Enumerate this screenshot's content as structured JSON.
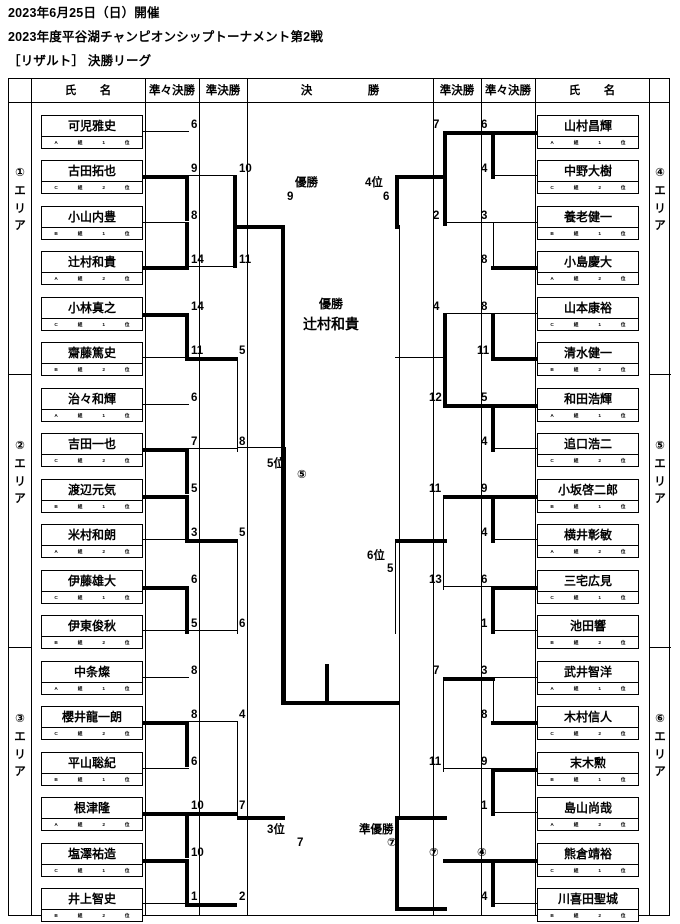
{
  "headings": {
    "date": "2023年6月25日（日）開催",
    "event": "2023年度平谷湖チャンピオンシップトーナメント第2戦",
    "subtitle": "［リザルト］ 決勝リーグ"
  },
  "columns": {
    "name_left": "氏　名",
    "quarter_left": "準々決勝",
    "semi_left": "準決勝",
    "final": "決　勝",
    "semi_right": "準決勝",
    "quarter_right": "準々決勝",
    "name_right": "氏　名"
  },
  "areas": {
    "a1": "①エリア",
    "a2": "②エリア",
    "a3": "③エリア",
    "a4": "④エリア",
    "a5": "⑤エリア",
    "a6": "⑥エリア"
  },
  "meta_labels": {
    "group": "組",
    "rank": "位"
  },
  "players": {
    "left": [
      {
        "name": "可児雅史",
        "group": "A",
        "rank": "1"
      },
      {
        "name": "古田拓也",
        "group": "C",
        "rank": "2"
      },
      {
        "name": "小山内豊",
        "group": "B",
        "rank": "1"
      },
      {
        "name": "辻村和貴",
        "group": "A",
        "rank": "2"
      },
      {
        "name": "小林真之",
        "group": "C",
        "rank": "1"
      },
      {
        "name": "齋藤篤史",
        "group": "B",
        "rank": "2"
      },
      {
        "name": "治々和輝",
        "group": "A",
        "rank": "1"
      },
      {
        "name": "吉田一也",
        "group": "C",
        "rank": "2"
      },
      {
        "name": "渡辺元気",
        "group": "B",
        "rank": "1"
      },
      {
        "name": "米村和朗",
        "group": "A",
        "rank": "2"
      },
      {
        "name": "伊藤雄大",
        "group": "C",
        "rank": "1"
      },
      {
        "name": "伊東俊秋",
        "group": "B",
        "rank": "2"
      },
      {
        "name": "中条燦",
        "group": "A",
        "rank": "1"
      },
      {
        "name": "櫻井龍一朗",
        "group": "C",
        "rank": "2"
      },
      {
        "name": "平山聡紀",
        "group": "B",
        "rank": "1"
      },
      {
        "name": "根津隆",
        "group": "A",
        "rank": "2"
      },
      {
        "name": "塩澤祐造",
        "group": "C",
        "rank": "1"
      },
      {
        "name": "井上智史",
        "group": "B",
        "rank": "2"
      }
    ],
    "right": [
      {
        "name": "山村昌輝",
        "group": "A",
        "rank": "1"
      },
      {
        "name": "中野大樹",
        "group": "C",
        "rank": "2"
      },
      {
        "name": "養老健一",
        "group": "B",
        "rank": "1"
      },
      {
        "name": "小島慶大",
        "group": "A",
        "rank": "2"
      },
      {
        "name": "山本康裕",
        "group": "C",
        "rank": "1"
      },
      {
        "name": "清水健一",
        "group": "B",
        "rank": "2"
      },
      {
        "name": "和田浩輝",
        "group": "A",
        "rank": "1"
      },
      {
        "name": "追口浩二",
        "group": "C",
        "rank": "2"
      },
      {
        "name": "小坂啓二郎",
        "group": "B",
        "rank": "1"
      },
      {
        "name": "横井彰敏",
        "group": "A",
        "rank": "2"
      },
      {
        "name": "三宅広見",
        "group": "C",
        "rank": "1"
      },
      {
        "name": "池田響",
        "group": "B",
        "rank": "2"
      },
      {
        "name": "武井智洋",
        "group": "A",
        "rank": "1"
      },
      {
        "name": "木村信人",
        "group": "C",
        "rank": "2"
      },
      {
        "name": "末木勲",
        "group": "B",
        "rank": "1"
      },
      {
        "name": "島山尚哉",
        "group": "A",
        "rank": "2"
      },
      {
        "name": "熊倉靖裕",
        "group": "C",
        "rank": "1"
      },
      {
        "name": "川喜田聖城",
        "group": "B",
        "rank": "2"
      }
    ]
  },
  "scores": {
    "left_quarter": [
      "6",
      "9",
      "8",
      "14",
      "14",
      "11",
      "6",
      "7",
      "5",
      "3",
      "6",
      "5",
      "8",
      "8",
      "6",
      "10",
      "10",
      "1"
    ],
    "left_semi": [
      "10",
      "11",
      "5",
      "8",
      "5",
      "6",
      "4",
      "7",
      "2"
    ],
    "right_quarter": [
      "6",
      "4",
      "3",
      "8",
      "8",
      "11",
      "5",
      "4",
      "9",
      "4",
      "6",
      "1",
      "3",
      "8",
      "9",
      "1",
      "④",
      "4"
    ],
    "right_semi": [
      "7",
      "2",
      "4",
      "12",
      "11",
      "13",
      "7",
      "11",
      "⑦"
    ]
  },
  "center": {
    "champ_label": "優勝",
    "champ_score": "9",
    "fourth_label": "4位",
    "fourth_score": "6",
    "fifth_label": "5位",
    "fifth_score": "⑤",
    "sixth_label": "6位",
    "sixth_score": "5",
    "third_label": "3位",
    "third_score": "7",
    "runnerup_label": "準優勝",
    "runnerup_score": "⑦",
    "winner_title": "優勝",
    "winner_name": "辻村和貴"
  }
}
